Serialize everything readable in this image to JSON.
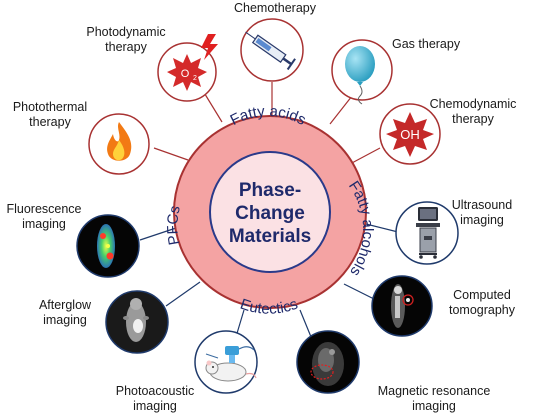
{
  "center": {
    "line1": "Phase-",
    "line2": "Change",
    "line3": "Materials"
  },
  "ring": {
    "top": "Fatty acids",
    "right": "Fatty alcohols",
    "bottom": "Eutectics",
    "left": "PFCs"
  },
  "nodes": {
    "chemotherapy": {
      "label": "Chemotherapy",
      "icon": "syringe-icon"
    },
    "photodynamic": {
      "line1": "Photodynamic",
      "line2": "therapy",
      "icon": "oxygen-burst-icon",
      "symbol": "O",
      "sub": "2"
    },
    "gas": {
      "label": "Gas therapy",
      "icon": "balloon-icon"
    },
    "photothermal": {
      "line1": "Photothermal",
      "line2": "therapy",
      "icon": "flame-icon"
    },
    "chemodynamic": {
      "line1": "Chemodynamic",
      "line2": "therapy",
      "icon": "hydroxyl-burst-icon",
      "symbol": "OH"
    },
    "fluorescence": {
      "line1": "Fluorescence",
      "line2": "imaging",
      "icon": "fluorescence-mouse-image"
    },
    "ultrasound": {
      "line1": "Ultrasound",
      "line2": "imaging",
      "icon": "ultrasound-machine-icon"
    },
    "afterglow": {
      "line1": "Afterglow",
      "line2": "imaging",
      "icon": "afterglow-mouse-image"
    },
    "ct": {
      "line1": "Computed",
      "line2": "tomography",
      "icon": "ct-scan-image"
    },
    "photoacoustic": {
      "line1": "Photoacoustic",
      "line2": "imaging",
      "icon": "mouse-probe-icon"
    },
    "mri": {
      "line1": "Magnetic resonance",
      "line2": "imaging",
      "icon": "mri-scan-image"
    }
  },
  "colors": {
    "ring_fill": "#f4a3a3",
    "ring_stroke": "#a83232",
    "core_fill": "#fbe1e4",
    "core_stroke": "#2a3a8a",
    "text_navy": "#1f2a6b",
    "therapy_stroke": "#a83232",
    "imaging_stroke": "#1f3a6b"
  }
}
